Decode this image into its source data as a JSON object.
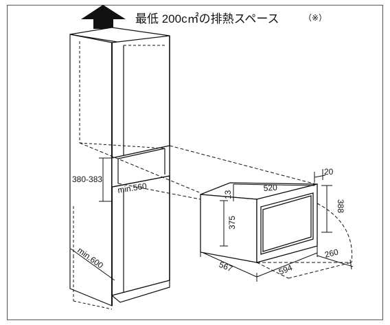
{
  "caption": {
    "main": "最低 200c㎡の排熱スペース",
    "note": "（※）"
  },
  "dimensions": {
    "opening_height": "380-383",
    "opening_width": "min.560",
    "cabinet_depth": "min.600",
    "oven_depth": "520",
    "oven_height": "388",
    "front_frame": "20",
    "inner_height": "375",
    "top_gap": "13",
    "oven_width_inner": "567",
    "oven_width_outer": "594",
    "door_swing": "260"
  },
  "colors": {
    "line": "#111111",
    "frame_border": "#555555",
    "arrow": "#111111"
  }
}
